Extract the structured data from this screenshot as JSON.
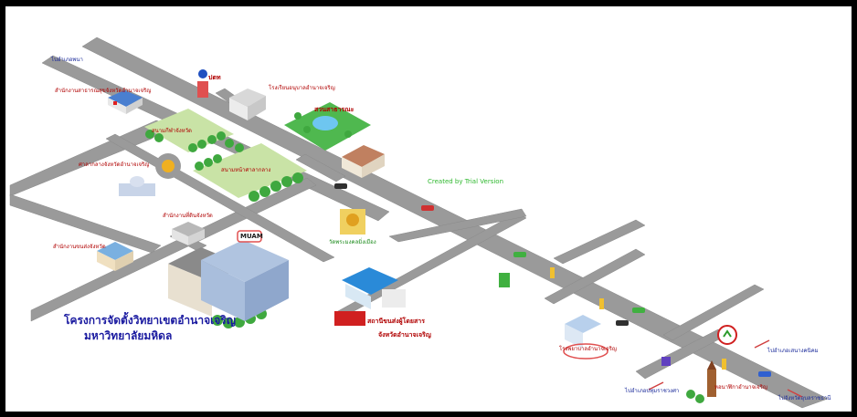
{
  "map": {
    "labels": {
      "top_left_road": "ไปอำเภอพนา",
      "hospital": "สำนักงานสาธารณสุขจังหวัดอำนาจเจริญ",
      "ptt_logo": "ปตท",
      "school": "โรงเรียนอนุบาลอำนาจเจริญ",
      "park": "สวนสาธารณะ",
      "provincial_hall": "ศาลากลางจังหวัดอำนาจเจริญ",
      "stadium": "สนามกีฬาจังหวัด",
      "field": "สนามหน้าศาลากลาง",
      "temple": "วัดพระมงคลมิ่งเมือง",
      "office": "สำนักงานที่ดินจังหวัด",
      "transport_office": "สำนักงานขนส่งจังหวัด",
      "muam_sign": "MUAM",
      "campus_line1": "โครงการจัดตั้งวิทยาเขตอำนาจเจริญ",
      "campus_line2": "มหาวิทยาลัยมหิดล",
      "bus_line1": "สถานีขนส่งผู้โดยสาร",
      "bus_line2": "จังหวัดอำนาจเจริญ",
      "hospital2": "โรงพยาบาลอำนาจเจริญ",
      "watermark": "Created by Trial Version",
      "right_road_top": "ไปอำเภอเสนางคนิคม",
      "right_road_bottom": "ไปจังหวัดอุบลราชธานี",
      "bottom_road": "ไปอำเภอปทุมราชวงศา",
      "clock_tower": "หอนาฬิกาอำนาจเจริญ"
    },
    "colors": {
      "road": "#9a9a9a",
      "grass": "#c9e3a6",
      "tree": "#3fa83f",
      "building_blue": "#a9bedc",
      "label_red": "#b00000",
      "label_blue": "#1a1aa0",
      "label_green": "#1a8a1a"
    }
  }
}
